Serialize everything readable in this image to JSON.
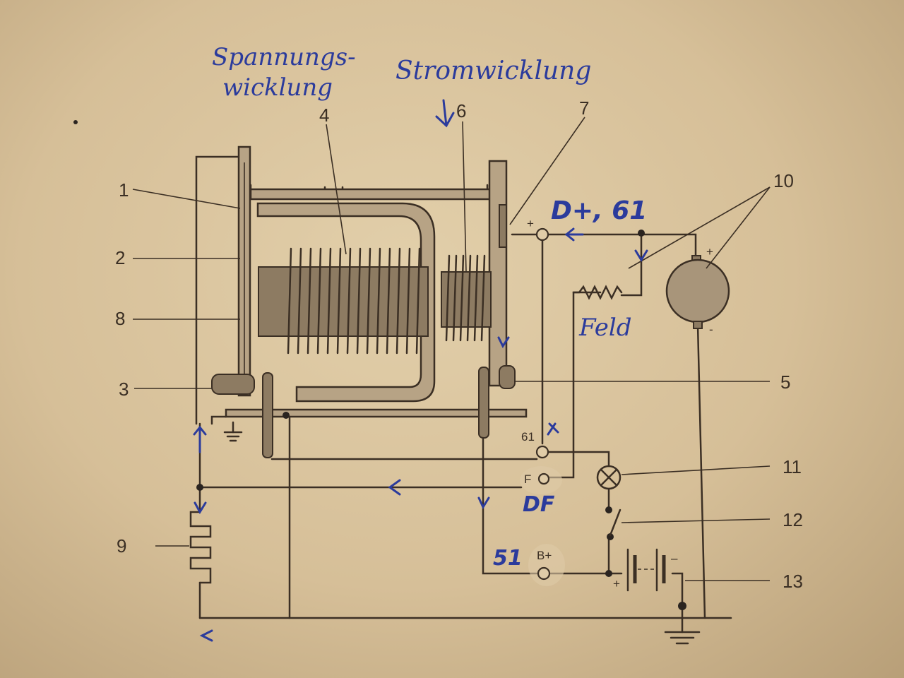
{
  "annotations": {
    "spannung_line1": "Spannungs-",
    "spannung_line2": "wicklung",
    "strom": "Stromwicklung",
    "d_plus_61": "D+, 61",
    "feld": "Feld",
    "df": "DF",
    "t51": "51"
  },
  "part_numbers": {
    "p1": "1",
    "p2": "2",
    "p3": "3",
    "p4": "4",
    "p5": "5",
    "p6": "6",
    "p7": "7",
    "p8": "8",
    "p9": "9",
    "p10": "10",
    "p11": "11",
    "p12": "12",
    "p13": "13"
  },
  "terminals": {
    "regulator_plus": "+",
    "t61": "61",
    "tF": "F",
    "tBplus": "B+",
    "dynamo_plus": "+",
    "dynamo_minus": "-",
    "battery_plus": "+",
    "battery_minus": "–"
  },
  "colors": {
    "paper": "#d6c09a",
    "print": "#3b2f24",
    "ink": "#2b3b9c"
  }
}
